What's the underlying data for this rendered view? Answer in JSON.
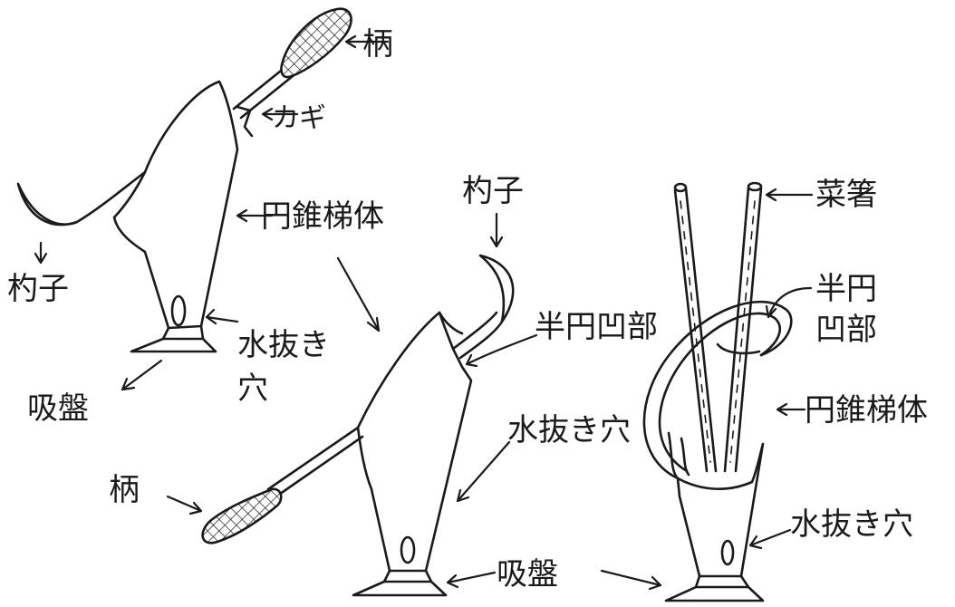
{
  "labels": {
    "handle_1": "柄",
    "hook": "カギ",
    "cone_body_1": "円錐梯体",
    "ladle_1": "杓子",
    "drain_hole_1": "水抜き",
    "drain_hole_1b": "穴",
    "suction_cup_1": "吸盤",
    "ladle_2": "杓子",
    "half_circle_recess_1": "半円凹部",
    "drain_hole_2": "水抜き穴",
    "handle_2": "柄",
    "suction_cup_2": "吸盤",
    "chopsticks": "菜箸",
    "half_circle_recess_2a": "半円",
    "half_circle_recess_2b": "凹部",
    "cone_body_2": "円錐梯体",
    "drain_hole_3": "水抜き穴"
  }
}
